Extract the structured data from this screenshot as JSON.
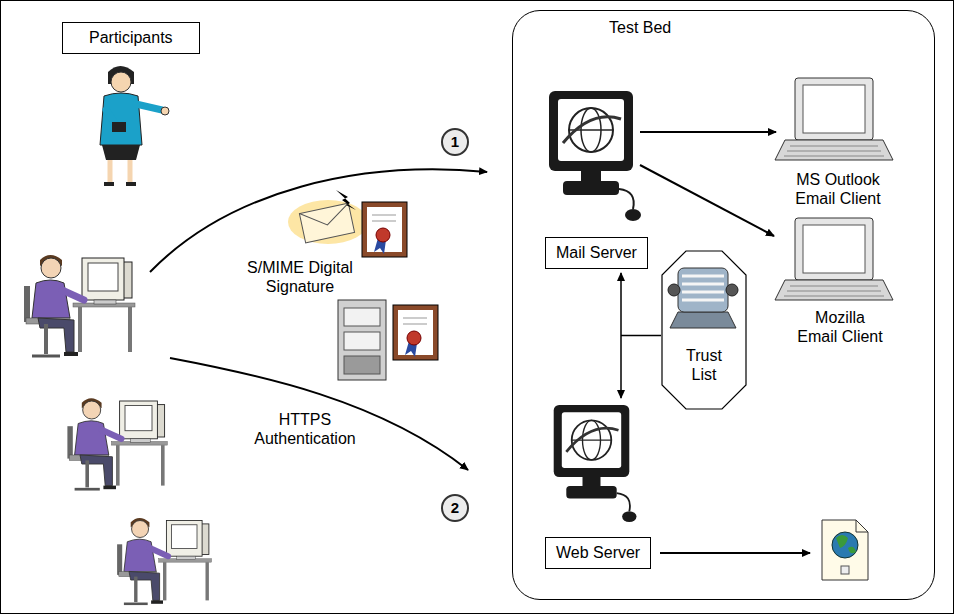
{
  "diagram": {
    "nodes": [
      {
        "text": [
          "Participants"
        ]
      },
      {
        "text": [
          "1"
        ]
      },
      {
        "text": [
          "2"
        ]
      },
      {
        "text": [
          "Test Bed"
        ]
      },
      {
        "text": [
          "Mail Server"
        ],
        "in": 3
      },
      {
        "text": [
          "Trust List"
        ],
        "in": 3
      },
      {
        "text": [
          "Web Server"
        ],
        "in": 3
      }
    ],
    "edges": [
      {
        "from": 4,
        "to": 6,
        "arrow": "both"
      }
    ],
    "labels": [
      "S/MIME Digital Signature",
      "HTTPS Authentication",
      "MS Outlook Email Client",
      "Mozilla Email Client"
    ]
  }
}
